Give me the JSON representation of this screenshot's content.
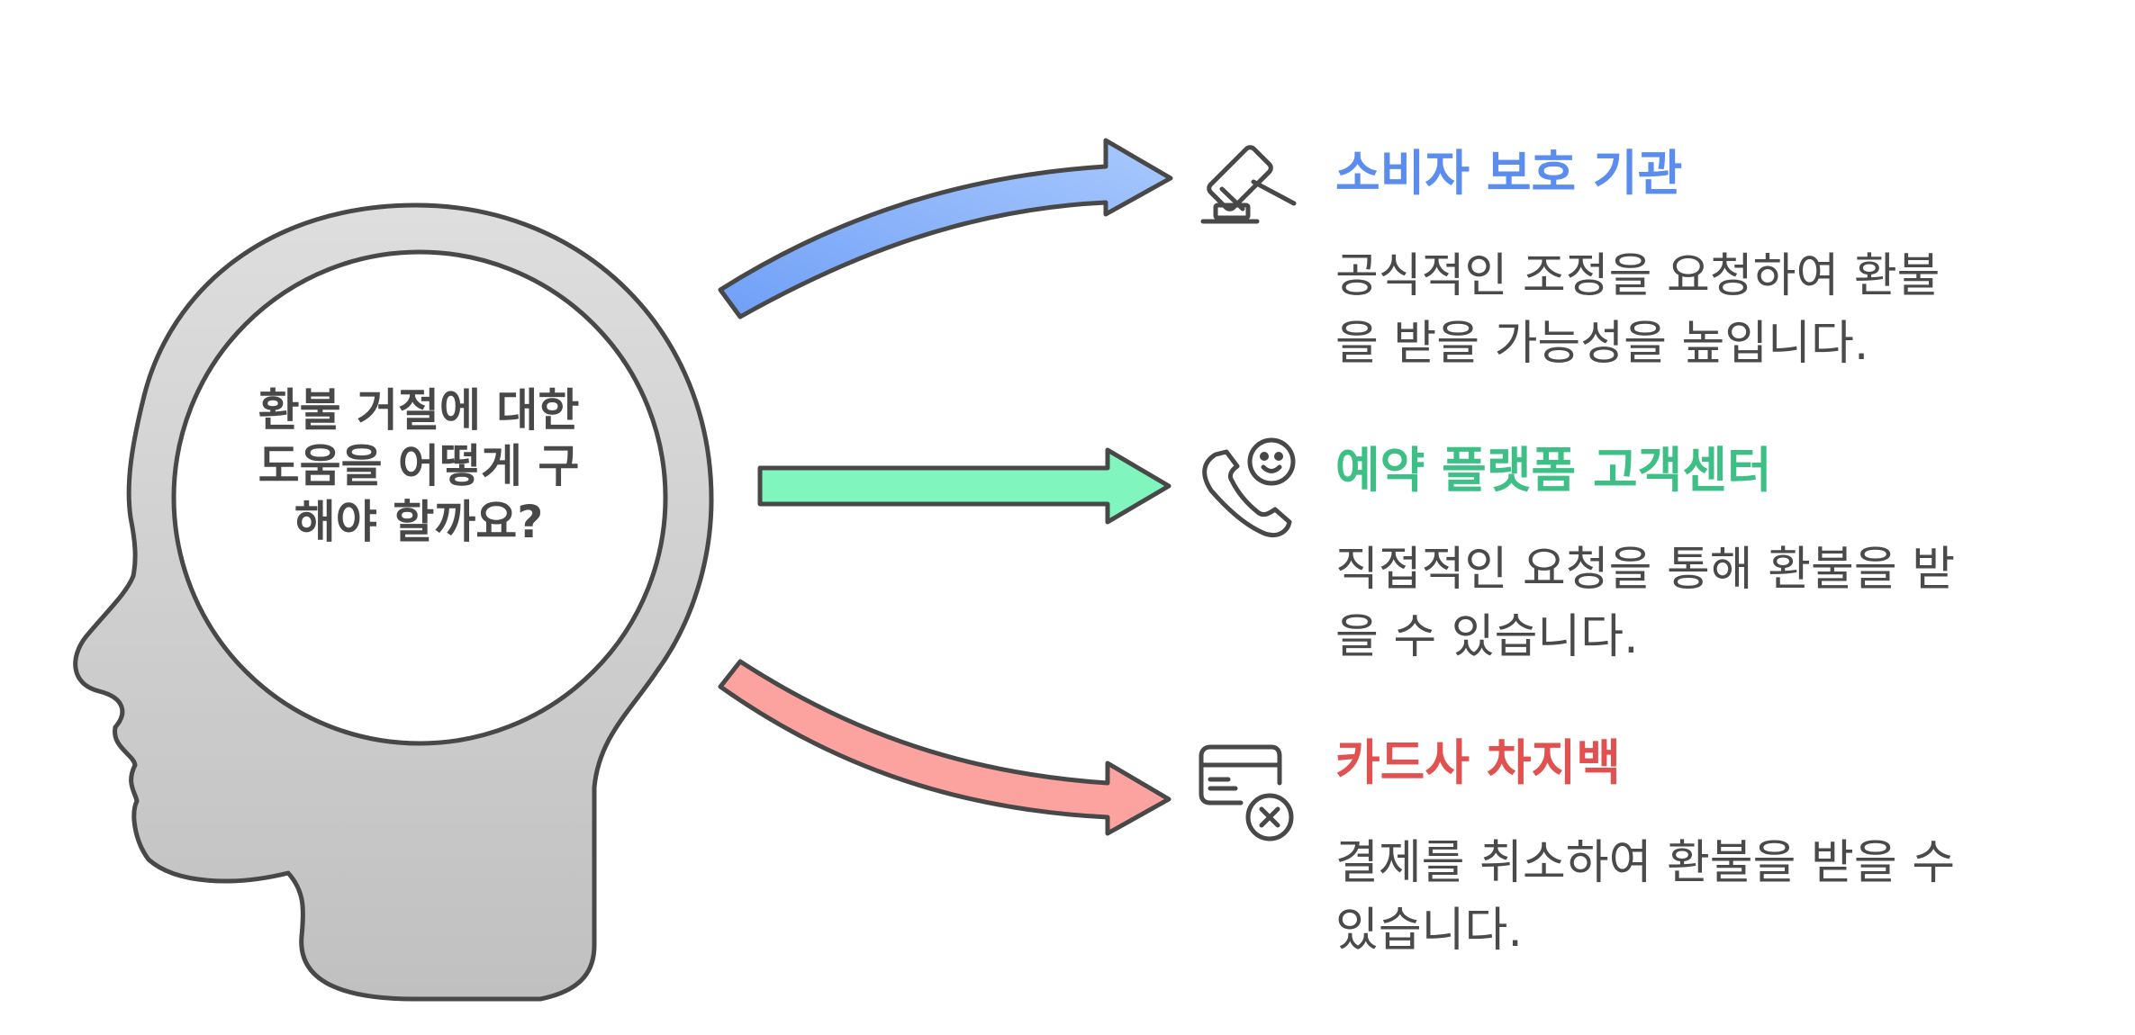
{
  "center": {
    "lines": [
      "환불 거절에 대한",
      "도움을 어떻게 구",
      "해야 할까요?"
    ]
  },
  "options": [
    {
      "title": "소비자 보호 기관",
      "description_lines": [
        "공식적인 조정을 요청하여 환불",
        "을 받을 가능성을 높입니다."
      ],
      "icon": "gavel-icon",
      "color": "#5b8def"
    },
    {
      "title": "예약 플랫폼 고객센터",
      "description_lines": [
        "직접적인 요청을 통해 환불을 받",
        "을 수 있습니다."
      ],
      "icon": "phone-smile-icon",
      "color": "#3dbf86"
    },
    {
      "title": "카드사 차지백",
      "description_lines": [
        "결제를 취소하여 환불을 받을 수",
        "있습니다."
      ],
      "icon": "credit-card-cancel-icon",
      "color": "#e0514f"
    }
  ],
  "colors": {
    "outline": "#484848",
    "head_fill_top": "#dddddd",
    "head_fill_bottom": "#c2c2c2",
    "arrow_blue": "#8fb8fb",
    "arrow_green": "#80f5bd",
    "arrow_red": "#fca3a0"
  }
}
